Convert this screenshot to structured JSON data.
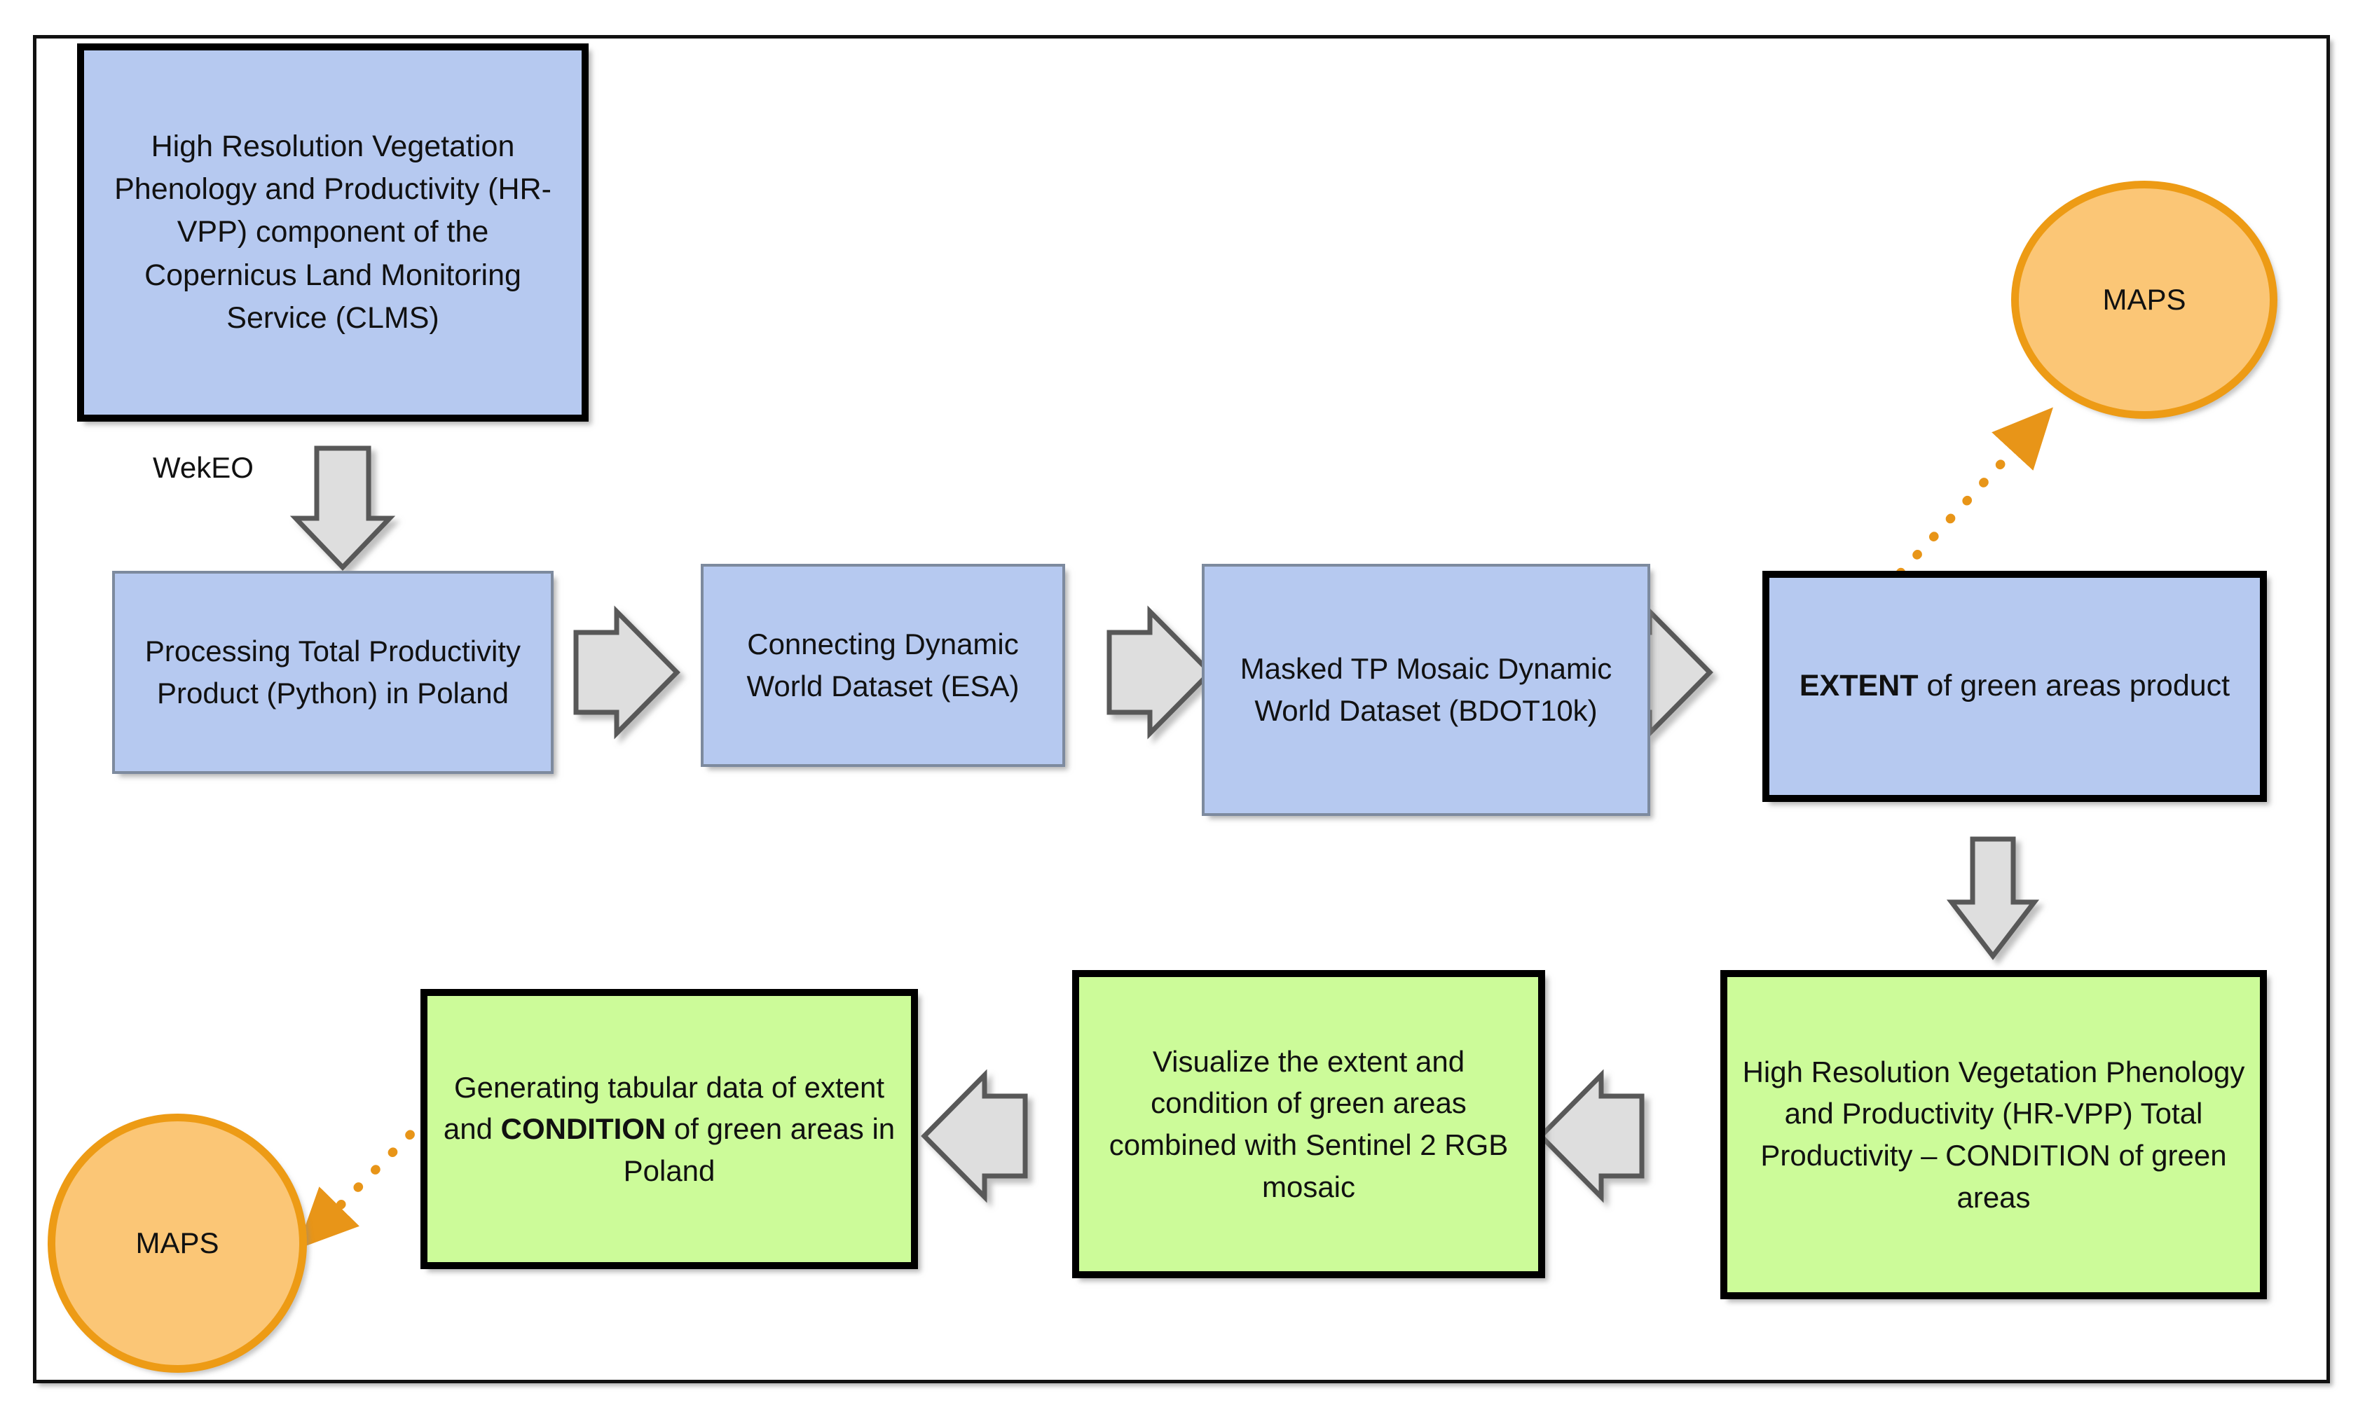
{
  "diagram": {
    "title_nodes": {
      "source_box": {
        "text": "High Resolution Vegetation Phenology and Productivity (HR-VPP) component of the Copernicus Land Monitoring Service (CLMS)",
        "fill": "#b6c9f0",
        "border": "#000000",
        "shape": "rectangle"
      },
      "maps_top": {
        "text": "MAPS",
        "fill": "#fbc676",
        "border": "#ed9b15",
        "shape": "ellipse"
      },
      "maps_bottom": {
        "text": "MAPS",
        "fill": "#fbc676",
        "border": "#ed9b15",
        "shape": "ellipse"
      }
    },
    "process_row": [
      {
        "id": "processing-total-productivity",
        "text": "Processing Total Productivity Product (Python) in Poland",
        "fill": "#b6c9f0",
        "border": "#7d8a9e",
        "shape": "rectangle"
      },
      {
        "id": "connecting-dynamic-world",
        "text": "Connecting Dynamic World Dataset (ESA)",
        "fill": "#b6c9f0",
        "border": "#7d8a9e",
        "shape": "rectangle"
      },
      {
        "id": "masked-tp-mosaic",
        "text": "Masked TP Mosaic Dynamic World Dataset (BDOT10k)",
        "fill": "#b6c9f0",
        "border": "#7d8a9e",
        "shape": "rectangle"
      },
      {
        "id": "extent-product",
        "text_bold": "EXTENT",
        "text_rest": " of green areas product",
        "fill": "#b6c9f0",
        "border": "#000000",
        "shape": "rectangle"
      }
    ],
    "result_row": [
      {
        "id": "hrvpp-condition",
        "text": "High Resolution Vegetation Phenology and Productivity (HR-VPP) Total Productivity – CONDITION of green areas",
        "fill": "#ccfb99",
        "border": "#000000",
        "shape": "rectangle"
      },
      {
        "id": "visualize-extent-condition",
        "text": "Visualize the extent and condition of green areas combined with Sentinel 2 RGB mosaic",
        "fill": "#ccfb99",
        "border": "#000000",
        "shape": "rectangle"
      },
      {
        "id": "generating-tabular-data",
        "text_pre": "Generating tabular data of extent and ",
        "text_bold": "CONDITION",
        "text_post": " of green areas in Poland",
        "fill": "#ccfb99",
        "border": "#000000",
        "shape": "rectangle"
      }
    ],
    "edge_labels": {
      "wekeo": "WekEO"
    },
    "connectors": {
      "block_arrow_fill": "#dedede",
      "block_arrow_stroke": "#595959",
      "dotted_arrow_color": "#e89518"
    }
  }
}
